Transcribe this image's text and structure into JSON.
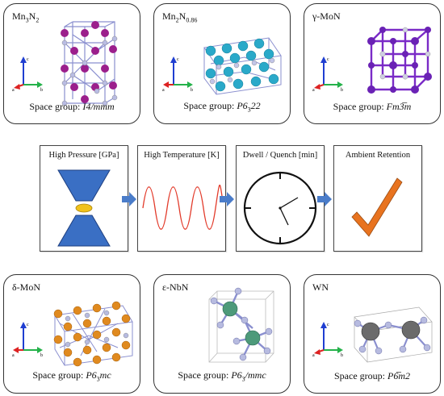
{
  "top_panels": [
    {
      "formula": "Mn",
      "f_sub1": "3",
      "f_mid": "N",
      "f_sub2": "2",
      "sg_prefix": "Space group: ",
      "sg_symbol": "I4/mmm",
      "sg_sub": "",
      "sg_tail": ""
    },
    {
      "formula": "Mn",
      "f_sub1": "2",
      "f_mid": "N",
      "f_sub2": "0.86",
      "sg_prefix": "Space group: ",
      "sg_symbol": "P6",
      "sg_sub": "3",
      "sg_tail": "22"
    },
    {
      "formula": "γ-MoN",
      "f_sub1": "",
      "f_mid": "",
      "f_sub2": "",
      "sg_prefix": "Space group: ",
      "sg_symbol": "Fm3̅m",
      "sg_sub": "",
      "sg_tail": ""
    }
  ],
  "bottom_panels": [
    {
      "formula": "δ-MoN",
      "sg_prefix": "Space group: ",
      "sg_symbol": "P6",
      "sg_sub": "3",
      "sg_tail": "mc"
    },
    {
      "formula": "ε-NbN",
      "sg_prefix": "Space group: ",
      "sg_symbol": "P6",
      "sg_sub": "3",
      "sg_tail": "/mmc"
    },
    {
      "formula": "WN",
      "sg_prefix": "Space group: ",
      "sg_symbol": "P6̅m2",
      "sg_sub": "",
      "sg_tail": ""
    }
  ],
  "process_steps": [
    {
      "title": "High Pressure [GPa]"
    },
    {
      "title": "High Temperature [K]"
    },
    {
      "title": "Dwell / Quench [min]"
    },
    {
      "title": "Ambient Retention"
    }
  ],
  "axis_labels": {
    "a": "a",
    "b": "b",
    "c": "c"
  },
  "colors": {
    "mn_atom": "#9b1f8c",
    "n_atom": "#a9acd6",
    "mn2n_atom": "#2aa9c9",
    "mon_atom": "#7a2bc7",
    "delta_mon_atom": "#e08a1f",
    "nbn_atom": "#4d9a7a",
    "wn_atom": "#6b6b6b",
    "bond": "#8a8fcf",
    "anvil": "#3a6fc4",
    "sample": "#f1c21b",
    "temperature": "#e23a2a",
    "check": "#e8731f",
    "flow_arrow": "#4a7cc9"
  }
}
